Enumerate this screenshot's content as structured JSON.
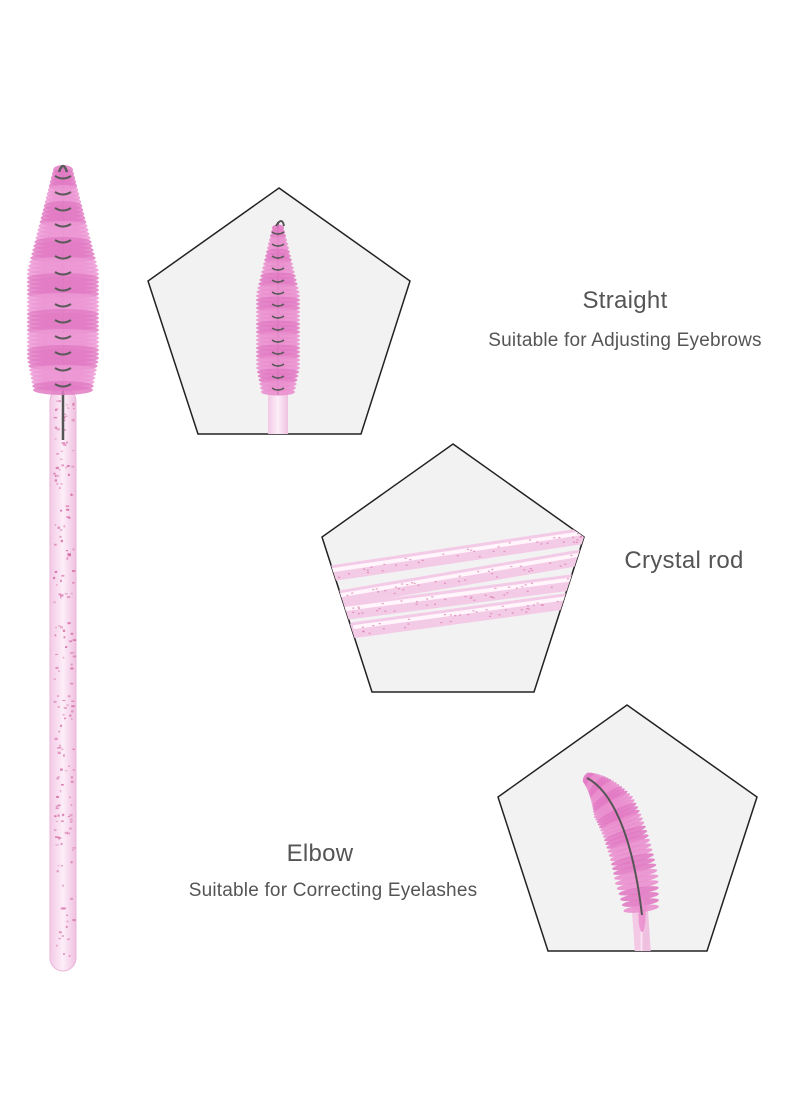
{
  "features": [
    {
      "title": "Straight",
      "subtitle": "Suitable for Adjusting Eyebrows"
    },
    {
      "title": "Crystal rod",
      "subtitle": ""
    },
    {
      "title": "Elbow",
      "subtitle": "Suitable for Correcting Eyelashes"
    }
  ],
  "colors": {
    "bristle": "#e27bc4",
    "bristle_light": "#f6c3e6",
    "rod": "#f8dcef",
    "glitter": "#d46aa5",
    "wire": "#5a5a5a",
    "panel_fill": "#f2f2f2",
    "panel_stroke": "#222222",
    "text": "#555555"
  },
  "icons": [
    "mascara-wand-icon",
    "pentagon-frame-icon"
  ]
}
